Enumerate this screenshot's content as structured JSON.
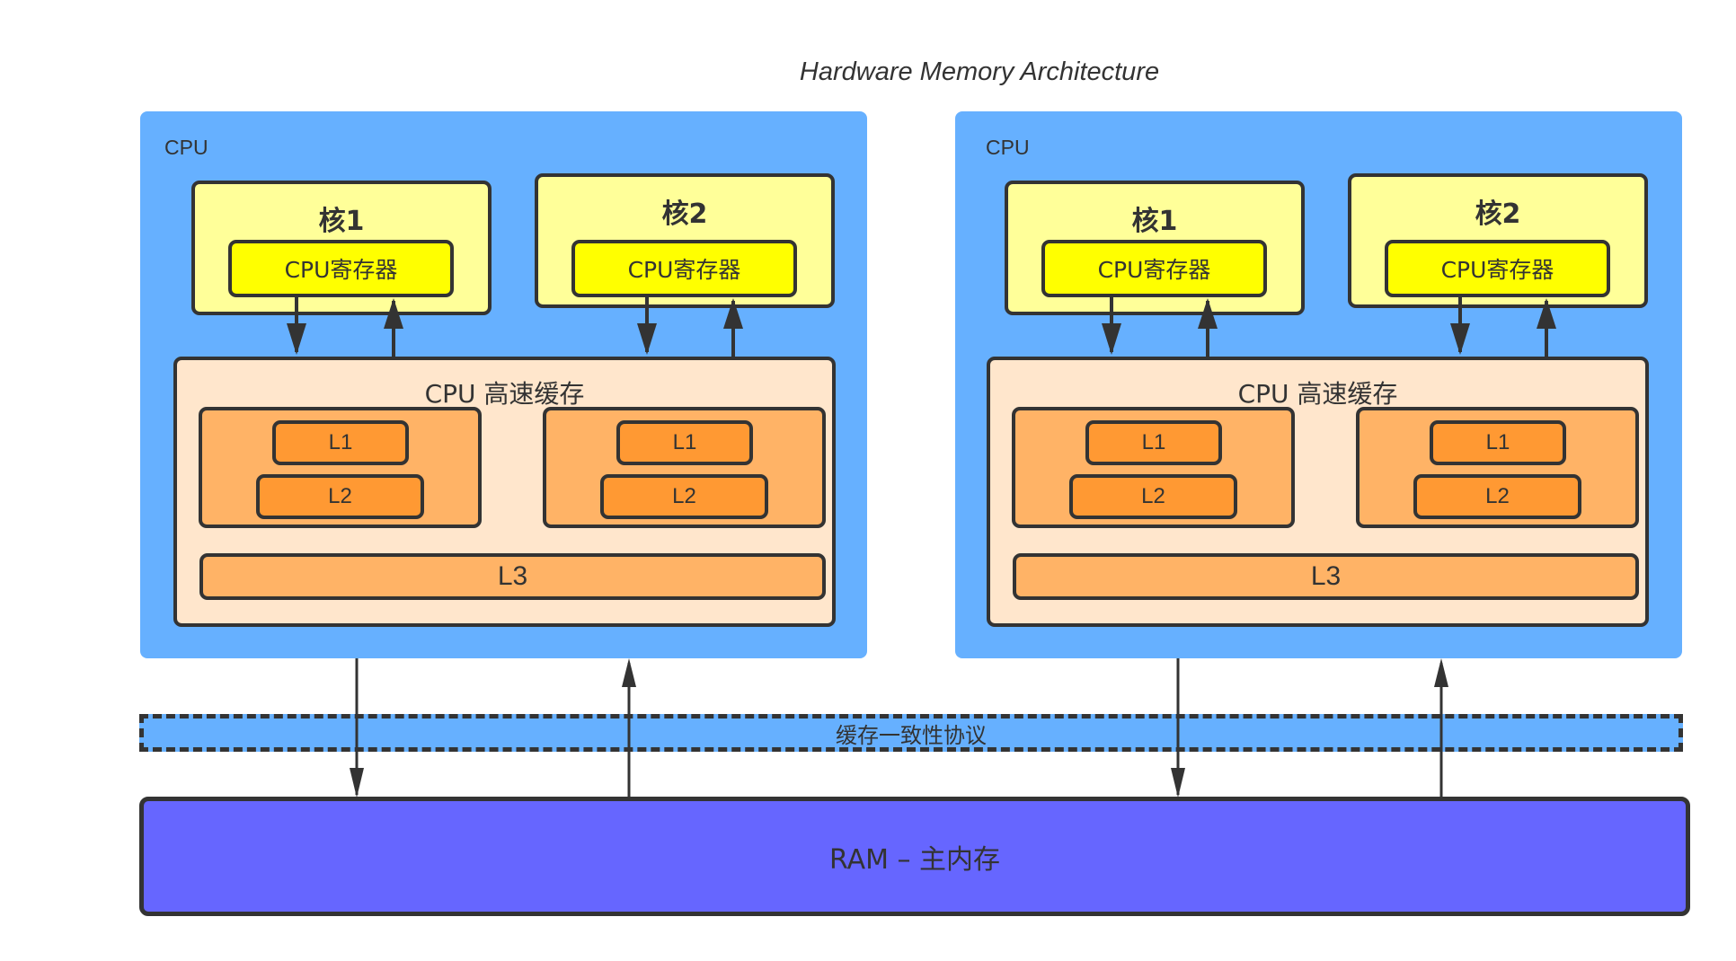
{
  "title": "Hardware Memory Architecture",
  "cpus": [
    {
      "label": "CPU",
      "cores": [
        {
          "title": "核1",
          "register": "CPU寄存器"
        },
        {
          "title": "核2",
          "register": "CPU寄存器"
        }
      ],
      "cache": {
        "title": "CPU 高速缓存",
        "groups": [
          {
            "l1": "L1",
            "l2": "L2"
          },
          {
            "l1": "L1",
            "l2": "L2"
          }
        ],
        "l3": "L3"
      }
    },
    {
      "label": "CPU",
      "cores": [
        {
          "title": "核1",
          "register": "CPU寄存器"
        },
        {
          "title": "核2",
          "register": "CPU寄存器"
        }
      ],
      "cache": {
        "title": "CPU 高速缓存",
        "groups": [
          {
            "l1": "L1",
            "l2": "L2"
          },
          {
            "l1": "L1",
            "l2": "L2"
          }
        ],
        "l3": "L3"
      }
    }
  ],
  "coherence_protocol": "缓存一致性协议",
  "ram": "RAM – 主内存",
  "colors": {
    "cpu": "#66b0ff",
    "core": "#ffff99",
    "register": "#ffff00",
    "cache": "#ffe6cc",
    "cache_group": "#ffb366",
    "l1_l2": "#ff9933",
    "ram": "#6666ff",
    "stroke": "#333333"
  }
}
